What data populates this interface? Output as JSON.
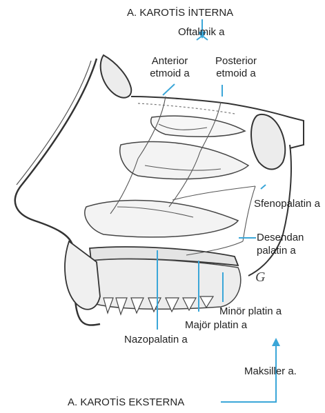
{
  "labels": {
    "internal_carotid": "A. KAROTİS İNTERNA",
    "ophthalmic": "Oftalmik a",
    "anterior_ethmoid_1": "Anterior",
    "anterior_ethmoid_2": "etmoid a",
    "posterior_ethmoid_1": "Posterior",
    "posterior_ethmoid_2": "etmoid a",
    "sphenopalatine": "Sfenopalatin a",
    "descending_palatine_1": "Desendan",
    "descending_palatine_2": "palatin a",
    "minor_palatine": "Minör platin a",
    "major_palatine": "Majör platin a",
    "nasopalatine": "Nazopalatin a",
    "maxillary": "Maksiller a.",
    "external_carotid": "A. KAROTİS EKSTERNA"
  },
  "signature_mark": "G",
  "colors": {
    "leader": "#3aa6d8",
    "outline": "#333333",
    "bone_fill": "#e9e9e9",
    "text": "#222222"
  }
}
